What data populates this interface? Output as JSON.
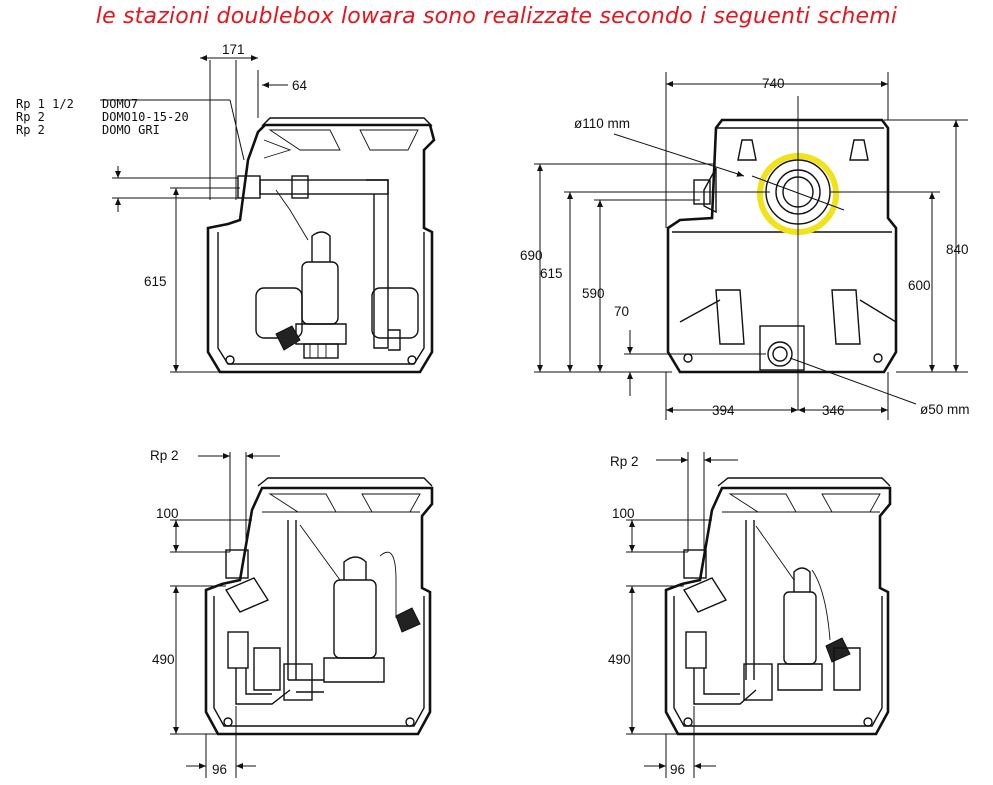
{
  "title": "le stazioni  doublebox lowara sono realizzate secondo i seguenti schemi",
  "colors": {
    "title": "#e8141b",
    "highlight": "#f2e21a",
    "line": "#111111"
  },
  "top_left": {
    "dim_171": "171",
    "dim_64": "64",
    "dim_615": "615",
    "spec_rows": [
      {
        "size": "Rp 1 1/2",
        "model": "DOMO7"
      },
      {
        "size": "Rp 2",
        "model": "DOMO10-15-20"
      },
      {
        "size": "Rp 2",
        "model": "DOMO GRI"
      }
    ]
  },
  "top_right": {
    "dim_740": "740",
    "dim_d110": "ø110 mm",
    "dim_690": "690",
    "dim_615": "615",
    "dim_590": "590",
    "dim_70": "70",
    "dim_840": "840",
    "dim_600": "600",
    "dim_394": "394",
    "dim_346": "346",
    "dim_d50": "ø50 mm"
  },
  "bottom_left": {
    "dim_rp": "Rp 2",
    "dim_100": "100",
    "dim_490": "490",
    "dim_96": "96"
  },
  "bottom_right": {
    "dim_rp": "Rp 2",
    "dim_100": "100",
    "dim_490": "490",
    "dim_96": "96"
  }
}
